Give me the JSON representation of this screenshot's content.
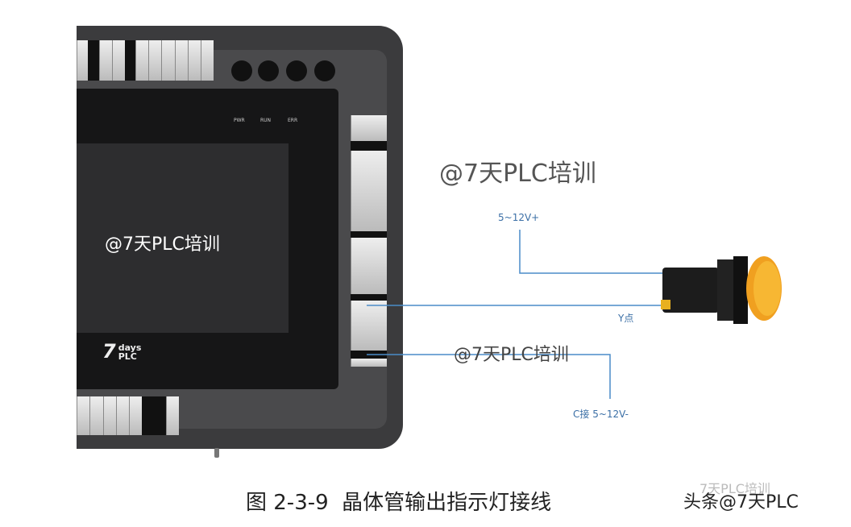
{
  "diagram": {
    "watermarks": [
      "@7天PLC培训",
      "@7天PLC培训",
      "@7天PLC培训"
    ],
    "plc": {
      "brand_logo": "7 days PLC",
      "indicators": [
        "PWR",
        "RUN",
        "ERR"
      ]
    },
    "wire_labels": {
      "positive": "5~12V+",
      "y_point": "Y点",
      "common": "C接 5~12V-"
    },
    "caption": "图 2-3-9  晶体管输出指示灯接线",
    "source_mark": "头条@7天PLC",
    "faded_mark": "7天PLC培训",
    "colors": {
      "wire": "#4a8cc8",
      "plc_body": "#3b3b3d",
      "lamp_lens": "#f5a623"
    }
  }
}
